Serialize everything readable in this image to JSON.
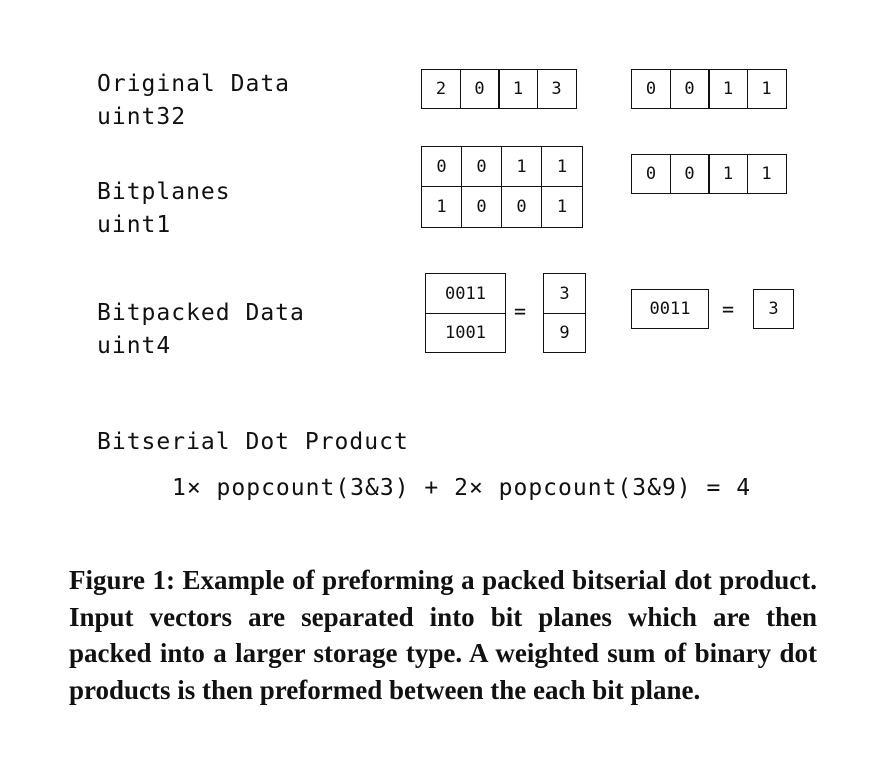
{
  "rows": {
    "original": {
      "label_line1": "Original Data",
      "label_line2": "uint32",
      "left_vector": [
        "2",
        "0",
        "1",
        "3"
      ],
      "right_vector": [
        "0",
        "0",
        "1",
        "1"
      ]
    },
    "bitplanes": {
      "label_line1": "Bitplanes",
      "label_line2": "uint1",
      "left_plane_row1": [
        "0",
        "0",
        "1",
        "1"
      ],
      "left_plane_row2": [
        "1",
        "0",
        "0",
        "1"
      ],
      "right_plane": [
        "0",
        "0",
        "1",
        "1"
      ]
    },
    "bitpacked": {
      "label_line1": "Bitpacked Data",
      "label_line2": "uint4",
      "left_packed": [
        "0011",
        "1001"
      ],
      "left_values": [
        "3",
        "9"
      ],
      "right_packed": "0011",
      "right_value": "3",
      "equals": "="
    }
  },
  "dot_product": {
    "title": "Bitserial Dot Product",
    "formula": "1× popcount(3&3) + 2× popcount(3&9) = 4"
  },
  "caption": {
    "text": "Figure 1: Example of preforming a packed bitserial dot product. Input vectors are separated into bit planes which are then packed into a larger storage type. A weighted sum of binary dot products is then preformed between the each bit plane."
  }
}
